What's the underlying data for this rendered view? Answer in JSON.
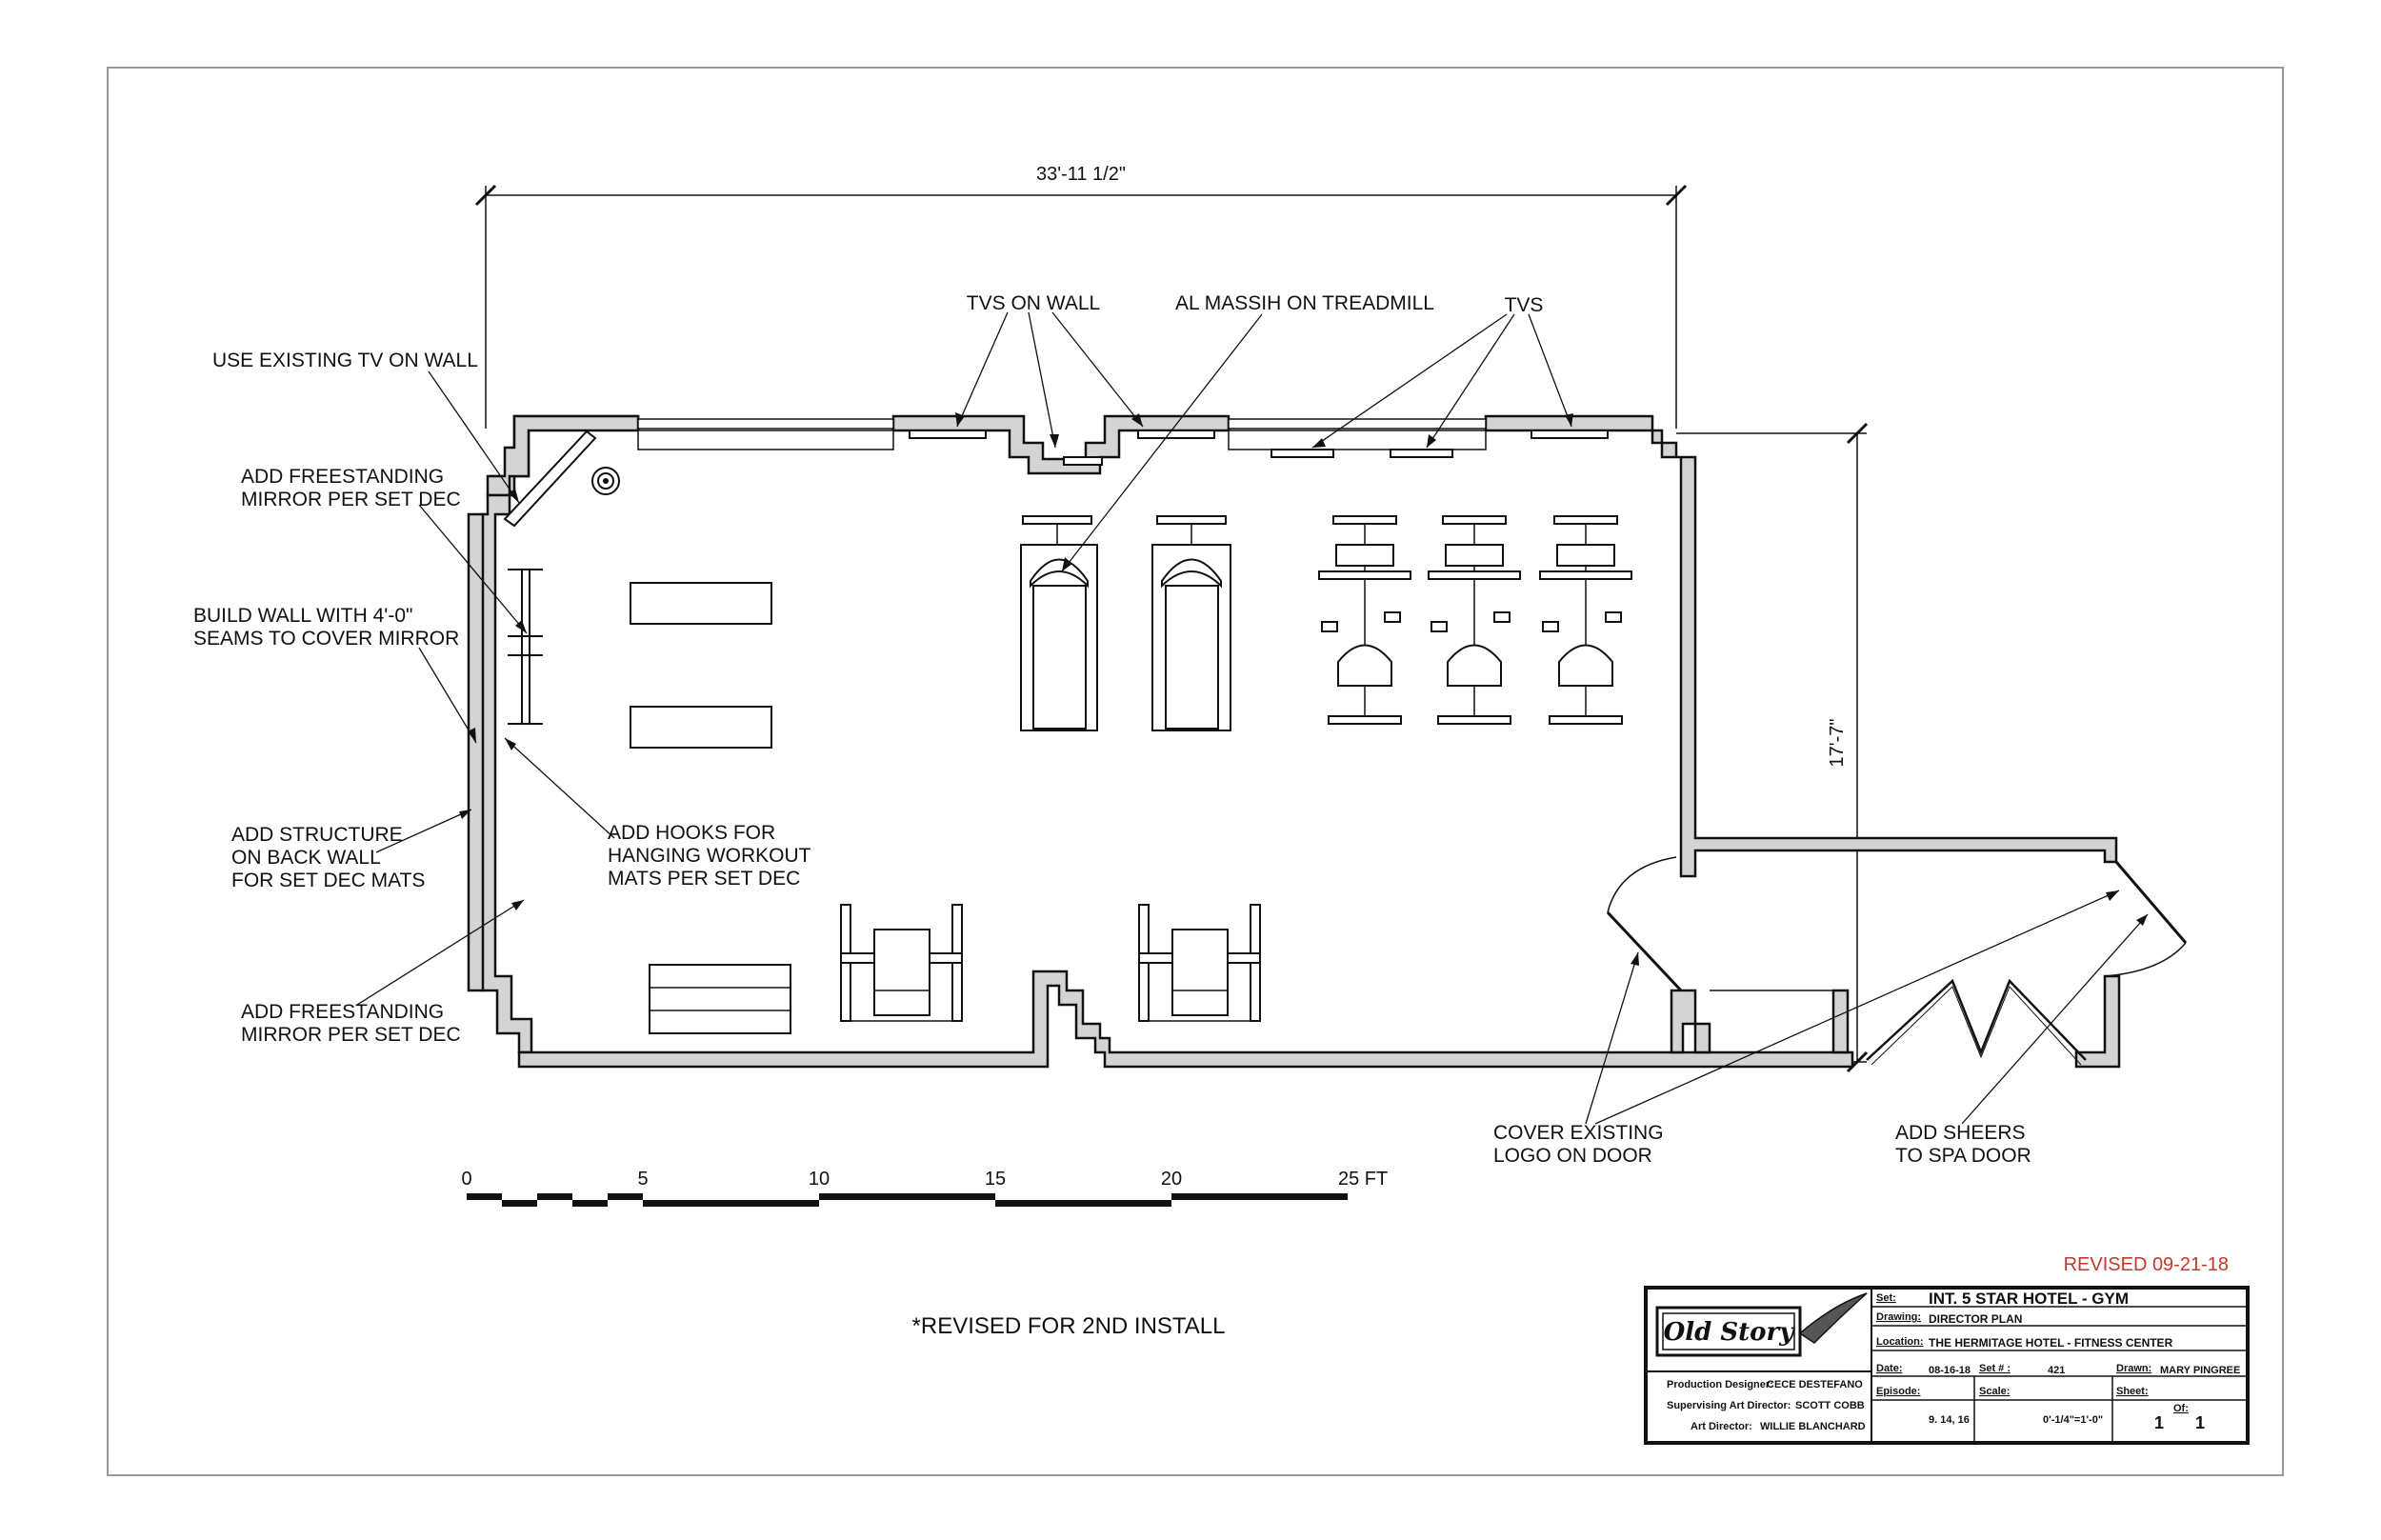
{
  "dimensions": {
    "width": "33'-11 1/2\"",
    "height": "17'-7\""
  },
  "callouts": {
    "tvs_on_wall": "TVS ON WALL",
    "al_massih": "AL MASSIH ON TREADMILL",
    "tvs": "TVS",
    "use_existing_tv": "USE EXISTING TV ON WALL",
    "add_mirror_1": [
      "ADD FREESTANDING",
      "MIRROR PER SET DEC"
    ],
    "build_wall": [
      "BUILD WALL WITH 4'-0\"",
      "SEAMS TO COVER MIRROR"
    ],
    "add_structure": [
      "ADD STRUCTURE",
      "ON BACK WALL",
      "FOR SET DEC MATS"
    ],
    "add_hooks": [
      "ADD HOOKS FOR",
      "HANGING WORKOUT",
      "MATS PER SET DEC"
    ],
    "add_mirror_2": [
      "ADD FREESTANDING",
      "MIRROR PER SET DEC"
    ],
    "cover_logo": [
      "COVER EXISTING",
      "LOGO ON DOOR"
    ],
    "add_sheers": [
      "ADD SHEERS",
      "TO SPA DOOR"
    ]
  },
  "scale_bar": {
    "ticks": [
      "0",
      "5",
      "10",
      "15",
      "20",
      "25 FT"
    ]
  },
  "notes": {
    "revised_date": "REVISED 09-21-18",
    "revised_install": "*REVISED FOR 2ND INSTALL"
  },
  "colors": {
    "revised": "#c0392b",
    "wall_fill": "#d4d4d4"
  },
  "title_block": {
    "logo_text": "Old Story",
    "production_designer_label": "Production Designer:",
    "production_designer": "CECE DESTEFANO",
    "supervising_ad_label": "Supervising Art Director:",
    "supervising_ad": "SCOTT COBB",
    "art_director_label": "Art Director:",
    "art_director": "WILLIE BLANCHARD",
    "set_label": "Set:",
    "set": "INT. 5 STAR HOTEL - GYM",
    "drawing_label": "Drawing:",
    "drawing": "DIRECTOR PLAN",
    "location_label": "Location:",
    "location": "THE HERMITAGE HOTEL - FITNESS CENTER",
    "date_label": "Date:",
    "date": "08-16-18",
    "set_num_label": "Set # :",
    "set_num": "421",
    "drawn_label": "Drawn:",
    "drawn": "MARY PINGREE",
    "episode_label": "Episode:",
    "episode": "9. 14, 16",
    "scale_label": "Scale:",
    "scale": "0'-1/4\"=1'-0\"",
    "sheet_label": "Sheet:",
    "sheet": "1",
    "of_label": "Of:",
    "of": "1"
  }
}
